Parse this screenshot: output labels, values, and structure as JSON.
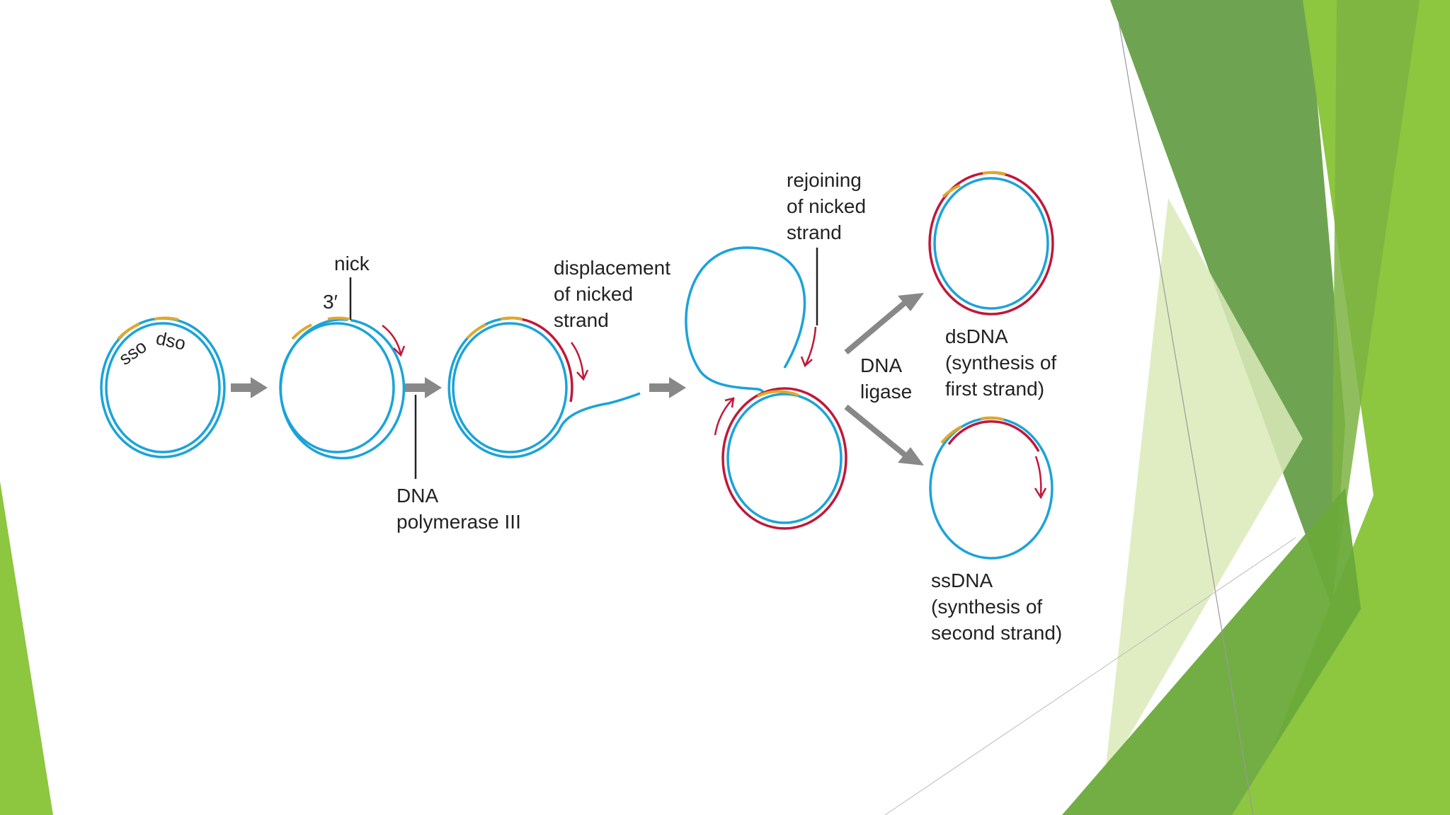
{
  "colors": {
    "strand": "#1ba3d9",
    "new_strand": "#c0183a",
    "origin": "#e0a82a",
    "flow_arrow": "#888888",
    "leader_line": "#222222",
    "theme_green_light": "#8dc63f",
    "theme_green_dark": "#5a9a3a",
    "theme_green_pale": "#dbeab8"
  },
  "diagram": {
    "step1": {
      "sso_label": "sso",
      "dso_label": "dso"
    },
    "step2": {
      "three_prime_label": "3′",
      "nick_label": "nick"
    },
    "enzyme": {
      "line1": "DNA",
      "line2": "polymerase III"
    },
    "displacement": {
      "line1": "displacement",
      "line2": "of nicked",
      "line3": "strand"
    },
    "rejoining": {
      "line1": "rejoining",
      "line2": "of nicked",
      "line3": "strand"
    },
    "ligase": {
      "line1": "DNA",
      "line2": "ligase"
    },
    "ds_product": {
      "line1": "dsDNA",
      "line2": "(synthesis of",
      "line3": "first strand)"
    },
    "ss_product": {
      "line1": "ssDNA",
      "line2": "(synthesis of",
      "line3": "second strand)"
    }
  }
}
